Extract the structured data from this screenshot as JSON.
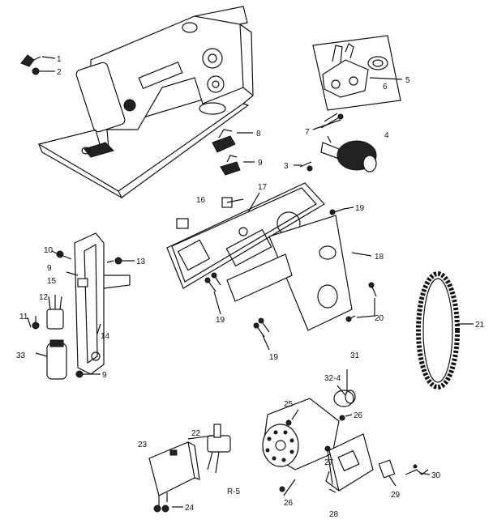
{
  "diagram": {
    "callouts": [
      {
        "id": "c1",
        "text": "1"
      },
      {
        "id": "c2",
        "text": "2"
      },
      {
        "id": "c3",
        "text": "3"
      },
      {
        "id": "c4",
        "text": "4"
      },
      {
        "id": "c5",
        "text": "5"
      },
      {
        "id": "c6",
        "text": "6"
      },
      {
        "id": "c7",
        "text": "7"
      },
      {
        "id": "c8",
        "text": "8"
      },
      {
        "id": "c9a",
        "text": "9"
      },
      {
        "id": "c9b",
        "text": "9"
      },
      {
        "id": "c9c",
        "text": "9"
      },
      {
        "id": "c10",
        "text": "10"
      },
      {
        "id": "c11",
        "text": "11"
      },
      {
        "id": "c12",
        "text": "12"
      },
      {
        "id": "c13",
        "text": "13"
      },
      {
        "id": "c14",
        "text": "14"
      },
      {
        "id": "c15",
        "text": "15"
      },
      {
        "id": "c16",
        "text": "16"
      },
      {
        "id": "c17",
        "text": "17"
      },
      {
        "id": "c18",
        "text": "18"
      },
      {
        "id": "c19a",
        "text": "19"
      },
      {
        "id": "c19b",
        "text": "19"
      },
      {
        "id": "c19c",
        "text": "19"
      },
      {
        "id": "c20",
        "text": "20"
      },
      {
        "id": "c21",
        "text": "21"
      },
      {
        "id": "c22",
        "text": "22"
      },
      {
        "id": "c23",
        "text": "23"
      },
      {
        "id": "c24",
        "text": "24"
      },
      {
        "id": "c25",
        "text": "25"
      },
      {
        "id": "c26a",
        "text": "26"
      },
      {
        "id": "c26b",
        "text": "26"
      },
      {
        "id": "c27",
        "text": "27"
      },
      {
        "id": "c28",
        "text": "28"
      },
      {
        "id": "c29",
        "text": "29"
      },
      {
        "id": "c30",
        "text": "30"
      },
      {
        "id": "c31",
        "text": "31"
      },
      {
        "id": "c32",
        "text": "32-4"
      },
      {
        "id": "c33",
        "text": "33"
      }
    ],
    "figure_code": "R-5"
  }
}
